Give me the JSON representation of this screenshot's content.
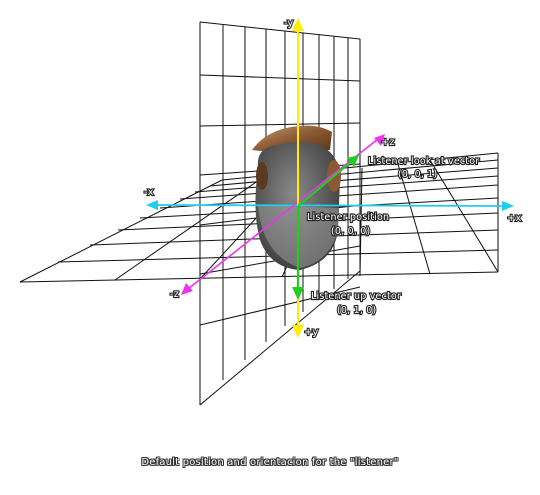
{
  "axes": {
    "neg_y": "-y",
    "pos_y": "+y",
    "neg_x": "-x",
    "pos_x": "+x",
    "pos_z": "+z",
    "neg_z": "-z"
  },
  "labels": {
    "look_at_title": "Listener look at vector",
    "look_at_value": "(0, 0, 1)",
    "position_title": "Listener position",
    "position_value": "(0, 0, 0)",
    "up_title": "Listener up vector",
    "up_value": "(0, 1, 0)"
  },
  "caption": "Default position and orientacion for the \"listener\"",
  "colors": {
    "y_axis": "#ffee00",
    "x_axis": "#22ccee",
    "z_axis": "#ee33ee",
    "up_vector": "#22cc22",
    "look_vector": "#22cc22",
    "grid": "#111111"
  }
}
